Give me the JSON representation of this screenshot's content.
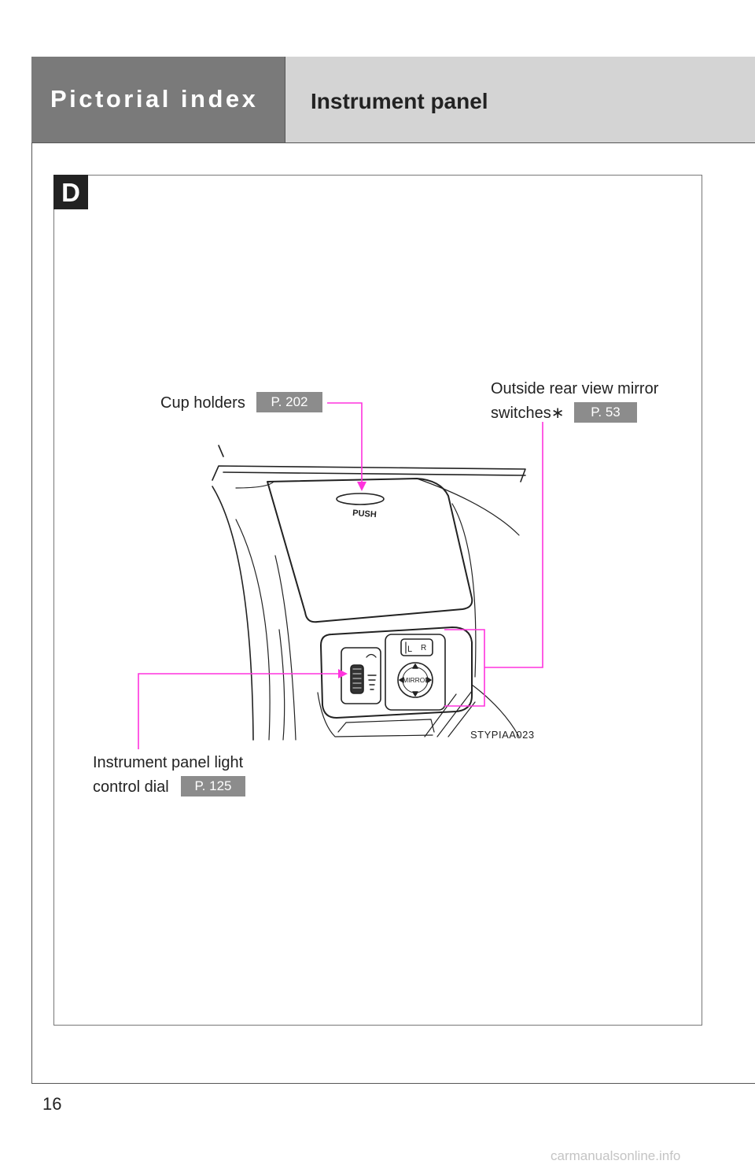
{
  "header": {
    "section_title": "Pictorial index",
    "page_title": "Instrument panel"
  },
  "section_badge": "D",
  "callouts": {
    "cup_holders": {
      "label": "Cup holders",
      "ref": "P. 202"
    },
    "mirror_switches": {
      "label_line1": "Outside rear view mirror",
      "label_line2": "switches∗",
      "ref": "P. 53"
    },
    "panel_light_dial": {
      "label_line1": "Instrument panel light",
      "label_line2": "control dial",
      "ref": "P. 125"
    }
  },
  "illustration": {
    "push_text": "PUSH",
    "switch_left": "L",
    "switch_right": "R",
    "mirror_text": "MIRROR",
    "image_code": "STYPIAA023"
  },
  "colors": {
    "leader_line": "#ff33dd",
    "ref_badge": "#8c8c8c",
    "header_dark": "#7a7a7a",
    "header_light": "#d4d4d4"
  },
  "page_number": "16",
  "watermark": "carmanualsonline.info"
}
